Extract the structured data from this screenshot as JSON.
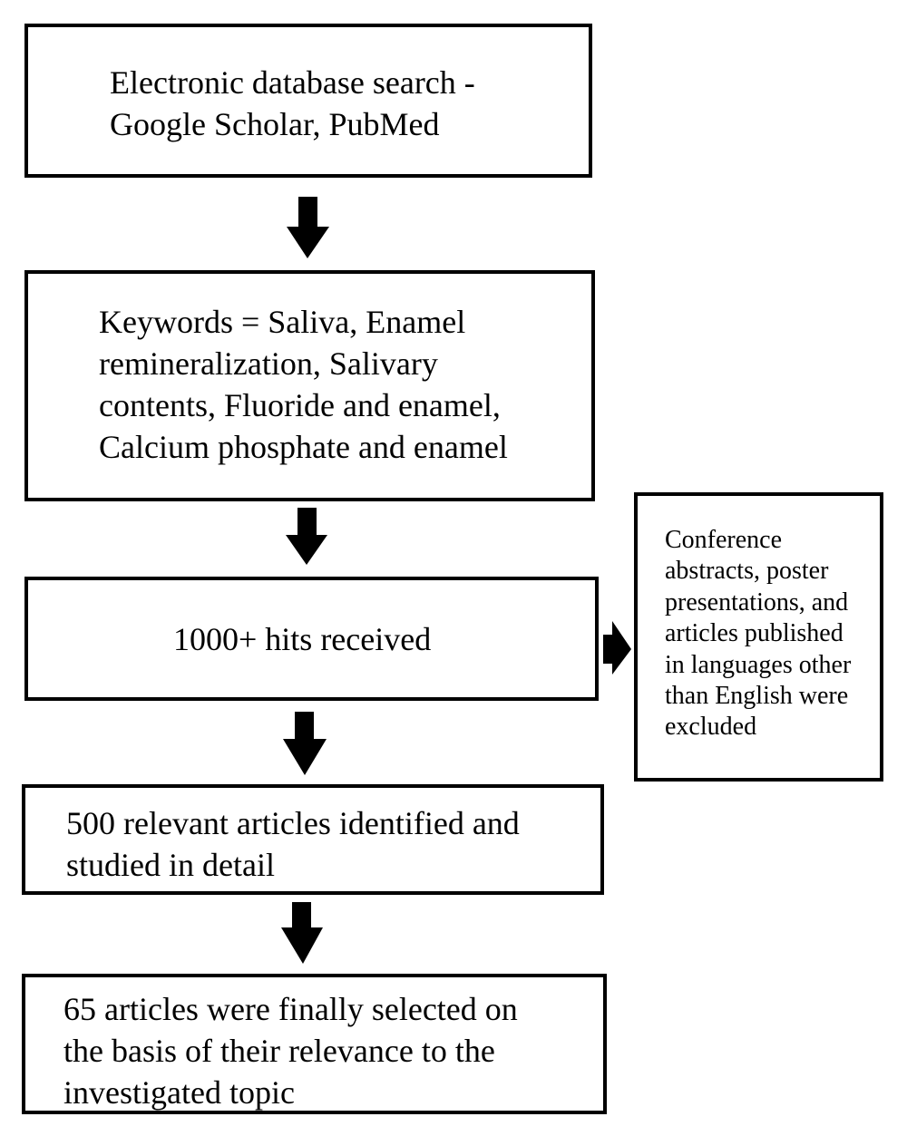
{
  "flowchart": {
    "step_search": "Electronic database search -\nGoogle Scholar, PubMed",
    "step_keywords": "Keywords = Saliva, Enamel\nremineralization, Salivary\ncontents, Fluoride and enamel,\nCalcium phosphate and enamel",
    "step_hits": "1000+ hits received",
    "exclusion_note": "Conference\nabstracts, poster\npresentations, and\narticles published\nin languages other\nthan English were\nexcluded",
    "step_relevant": "500 relevant articles identified and\nstudied in detail",
    "step_final": "65 articles were finally selected on\nthe basis of their relevance to the\ninvestigated topic"
  },
  "colors": {
    "stroke": "#000000",
    "fill": "#ffffff"
  }
}
